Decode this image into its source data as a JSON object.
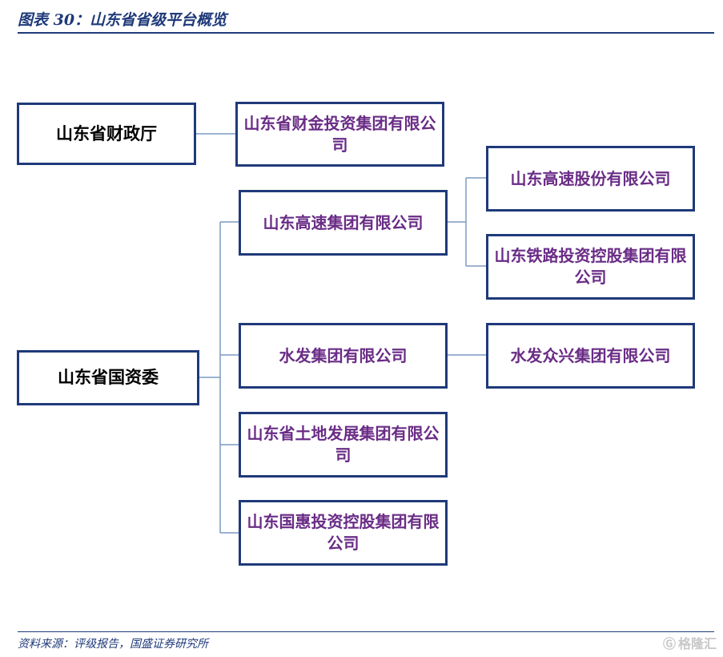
{
  "header": {
    "title": "图表 30：山东省省级平台概览"
  },
  "diagram": {
    "root_finance": "山东省财政厅",
    "root_sasac": "山东省国资委",
    "finance_children": [
      "山东省财金投资集团有限公司"
    ],
    "sasac_children": [
      "山东高速集团有限公司",
      "水发集团有限公司",
      "山东省土地发展集团有限公司",
      "山东国惠投资控股集团有限公司"
    ],
    "highspeed_children": [
      "山东高速股份有限公司",
      "山东铁路投资控股集团有限公司"
    ],
    "shuifa_children": [
      "水发众兴集团有限公司"
    ]
  },
  "footer": {
    "source": "资料来源：评级报告，国盛证券研究所",
    "watermark": "格隆汇",
    "watermark_icon": "gelonghui-logo-icon"
  },
  "colors": {
    "title": "#1f3a7a",
    "box_border": "#1f3a7a",
    "child_text": "#6a2c86",
    "connector": "#7a9ac2"
  }
}
